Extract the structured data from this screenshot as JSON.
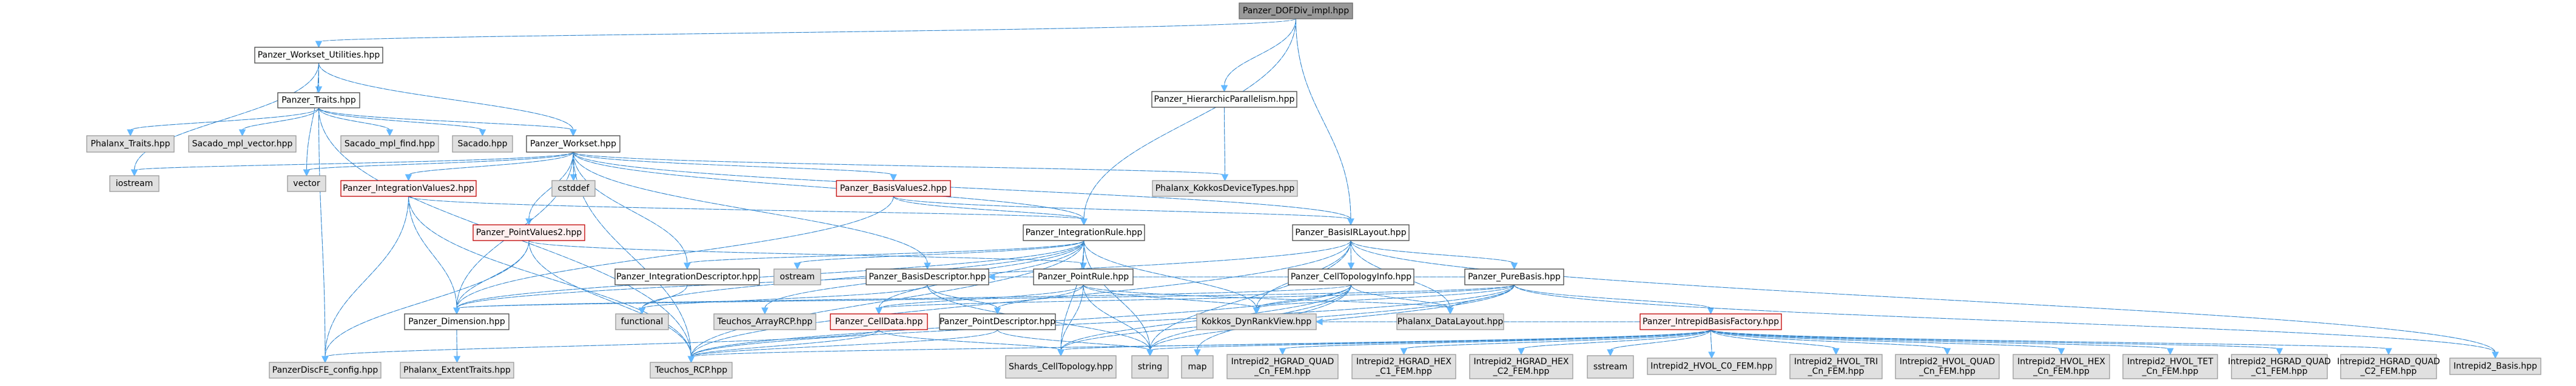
{
  "title": "Panzer_DOFDiv_impl.hpp include dependency graph",
  "colors": {
    "edge": "#63b8ff",
    "root_fill": "#999999",
    "local_fill": "#fbfcfb",
    "system_fill": "#e0e0e0",
    "missing_border": "#bf0000",
    "missing_fill": "#fff0f0"
  },
  "legend_kinds": [
    "root",
    "local",
    "system",
    "missing"
  ],
  "nodes": [
    {
      "id": "root",
      "label": "Panzer_DOFDiv_impl.hpp",
      "kind": "root"
    },
    {
      "id": "wu",
      "label": "Panzer_Workset_Utilities.hpp",
      "kind": "local"
    },
    {
      "id": "hp",
      "label": "Panzer_HierarchicParallelism.hpp",
      "kind": "local"
    },
    {
      "id": "traits",
      "label": "Panzer_Traits.hpp",
      "kind": "local"
    },
    {
      "id": "phtraits",
      "label": "Phalanx_Traits.hpp",
      "kind": "system"
    },
    {
      "id": "mplvec",
      "label": "Sacado_mpl_vector.hpp",
      "kind": "system"
    },
    {
      "id": "mplfind",
      "label": "Sacado_mpl_find.hpp",
      "kind": "system"
    },
    {
      "id": "sacado",
      "label": "Sacado.hpp",
      "kind": "system"
    },
    {
      "id": "workset",
      "label": "Panzer_Workset.hpp",
      "kind": "local"
    },
    {
      "id": "kdt",
      "label": "Phalanx_KokkosDeviceTypes.hpp",
      "kind": "system"
    },
    {
      "id": "iostream",
      "label": "iostream",
      "kind": "system"
    },
    {
      "id": "vector",
      "label": "vector",
      "kind": "system"
    },
    {
      "id": "iv2",
      "label": "Panzer_IntegrationValues2.hpp",
      "kind": "missing"
    },
    {
      "id": "cstddef",
      "label": "cstddef",
      "kind": "system"
    },
    {
      "id": "bv2",
      "label": "Panzer_BasisValues2.hpp",
      "kind": "missing"
    },
    {
      "id": "pv2",
      "label": "Panzer_PointValues2.hpp",
      "kind": "missing"
    },
    {
      "id": "ir",
      "label": "Panzer_IntegrationRule.hpp",
      "kind": "local"
    },
    {
      "id": "birl",
      "label": "Panzer_BasisIRLayout.hpp",
      "kind": "local"
    },
    {
      "id": "idesc",
      "label": "Panzer_IntegrationDescriptor.hpp",
      "kind": "local"
    },
    {
      "id": "ostream",
      "label": "ostream",
      "kind": "system"
    },
    {
      "id": "bdesc",
      "label": "Panzer_BasisDescriptor.hpp",
      "kind": "local"
    },
    {
      "id": "prule",
      "label": "Panzer_PointRule.hpp",
      "kind": "local"
    },
    {
      "id": "cti",
      "label": "Panzer_CellTopologyInfo.hpp",
      "kind": "local"
    },
    {
      "id": "pb",
      "label": "Panzer_PureBasis.hpp",
      "kind": "local"
    },
    {
      "id": "dim",
      "label": "Panzer_Dimension.hpp",
      "kind": "local"
    },
    {
      "id": "functional",
      "label": "functional",
      "kind": "system"
    },
    {
      "id": "arcp",
      "label": "Teuchos_ArrayRCP.hpp",
      "kind": "system"
    },
    {
      "id": "celldata",
      "label": "Panzer_CellData.hpp",
      "kind": "missing"
    },
    {
      "id": "pdesc",
      "label": "Panzer_PointDescriptor.hpp",
      "kind": "local"
    },
    {
      "id": "kdrv",
      "label": "Kokkos_DynRankView.hpp",
      "kind": "system"
    },
    {
      "id": "pdl",
      "label": "Phalanx_DataLayout.hpp",
      "kind": "system"
    },
    {
      "id": "ibf",
      "label": "Panzer_IntrepidBasisFactory.hpp",
      "kind": "missing"
    },
    {
      "id": "config",
      "label": "PanzerDiscFE_config.hpp",
      "kind": "system"
    },
    {
      "id": "extent",
      "label": "Phalanx_ExtentTraits.hpp",
      "kind": "system"
    },
    {
      "id": "rcp",
      "label": "Teuchos_RCP.hpp",
      "kind": "system"
    },
    {
      "id": "shards",
      "label": "Shards_CellTopology.hpp",
      "kind": "system"
    },
    {
      "id": "string",
      "label": "string",
      "kind": "system"
    },
    {
      "id": "map",
      "label": "map",
      "kind": "system"
    },
    {
      "id": "hgqcn",
      "label": "Intrepid2_HGRAD_QUAD\n_Cn_FEM.hpp",
      "kind": "system"
    },
    {
      "id": "hghc1",
      "label": "Intrepid2_HGRAD_HEX\n_C1_FEM.hpp",
      "kind": "system"
    },
    {
      "id": "hghc2",
      "label": "Intrepid2_HGRAD_HEX\n_C2_FEM.hpp",
      "kind": "system"
    },
    {
      "id": "sstream",
      "label": "sstream",
      "kind": "system"
    },
    {
      "id": "hvc0",
      "label": "Intrepid2_HVOL_C0_FEM.hpp",
      "kind": "system"
    },
    {
      "id": "hvtri",
      "label": "Intrepid2_HVOL_TRI\n_Cn_FEM.hpp",
      "kind": "system"
    },
    {
      "id": "hvquad",
      "label": "Intrepid2_HVOL_QUAD\n_Cn_FEM.hpp",
      "kind": "system"
    },
    {
      "id": "hvhex",
      "label": "Intrepid2_HVOL_HEX\n_Cn_FEM.hpp",
      "kind": "system"
    },
    {
      "id": "hvtet",
      "label": "Intrepid2_HVOL_TET\n_Cn_FEM.hpp",
      "kind": "system"
    },
    {
      "id": "hgqc1",
      "label": "Intrepid2_HGRAD_QUAD\n_C1_FEM.hpp",
      "kind": "system"
    },
    {
      "id": "hgqc2",
      "label": "Intrepid2_HGRAD_QUAD\n_C2_FEM.hpp",
      "kind": "system"
    },
    {
      "id": "ibasis",
      "label": "Intrepid2_Basis.hpp",
      "kind": "system"
    }
  ],
  "edges": [
    [
      "root",
      "wu"
    ],
    [
      "root",
      "hp"
    ],
    [
      "root",
      "birl"
    ],
    [
      "root",
      "ir"
    ],
    [
      "wu",
      "traits"
    ],
    [
      "wu",
      "workset"
    ],
    [
      "wu",
      "iostream"
    ],
    [
      "wu",
      "vector"
    ],
    [
      "traits",
      "phtraits"
    ],
    [
      "traits",
      "mplvec"
    ],
    [
      "traits",
      "mplfind"
    ],
    [
      "traits",
      "sacado"
    ],
    [
      "traits",
      "workset"
    ],
    [
      "traits",
      "config"
    ],
    [
      "traits",
      "rcp"
    ],
    [
      "hp",
      "kdt"
    ],
    [
      "workset",
      "iostream"
    ],
    [
      "workset",
      "vector"
    ],
    [
      "workset",
      "iv2"
    ],
    [
      "workset",
      "cstddef"
    ],
    [
      "workset",
      "bv2"
    ],
    [
      "workset",
      "pv2"
    ],
    [
      "workset",
      "kdt"
    ],
    [
      "workset",
      "ir"
    ],
    [
      "workset",
      "birl"
    ],
    [
      "workset",
      "dim"
    ],
    [
      "workset",
      "rcp"
    ],
    [
      "workset",
      "idesc"
    ],
    [
      "workset",
      "bdesc"
    ],
    [
      "iv2",
      "dim"
    ],
    [
      "iv2",
      "config"
    ],
    [
      "iv2",
      "rcp"
    ],
    [
      "iv2",
      "ir"
    ],
    [
      "pv2",
      "dim"
    ],
    [
      "pv2",
      "config"
    ],
    [
      "pv2",
      "rcp"
    ],
    [
      "pv2",
      "prule"
    ],
    [
      "bv2",
      "birl"
    ],
    [
      "bv2",
      "ir"
    ],
    [
      "bv2",
      "dim"
    ],
    [
      "ir",
      "idesc"
    ],
    [
      "ir",
      "ostream"
    ],
    [
      "ir",
      "prule"
    ],
    [
      "ir",
      "dim"
    ],
    [
      "ir",
      "functional"
    ],
    [
      "ir",
      "arcp"
    ],
    [
      "ir",
      "celldata"
    ],
    [
      "ir",
      "kdrv"
    ],
    [
      "ir",
      "shards"
    ],
    [
      "ir",
      "string"
    ],
    [
      "ir",
      "rcp"
    ],
    [
      "birl",
      "cti"
    ],
    [
      "birl",
      "pb"
    ],
    [
      "birl",
      "kdrv"
    ],
    [
      "birl",
      "pdl"
    ],
    [
      "birl",
      "rcp"
    ],
    [
      "birl",
      "string"
    ],
    [
      "birl",
      "dim"
    ],
    [
      "birl",
      "ibasis"
    ],
    [
      "idesc",
      "functional"
    ],
    [
      "bdesc",
      "pdesc"
    ],
    [
      "bdesc",
      "functional"
    ],
    [
      "bdesc",
      "string"
    ],
    [
      "prule",
      "pdesc"
    ],
    [
      "prule",
      "celldata"
    ],
    [
      "prule",
      "shards"
    ],
    [
      "prule",
      "string"
    ],
    [
      "prule",
      "pdl"
    ],
    [
      "prule",
      "kdrv"
    ],
    [
      "cti",
      "kdrv"
    ],
    [
      "cti",
      "pdl"
    ],
    [
      "cti",
      "shards"
    ],
    [
      "cti",
      "rcp"
    ],
    [
      "cti",
      "dim"
    ],
    [
      "cti",
      "string"
    ],
    [
      "cti",
      "map"
    ],
    [
      "pb",
      "pdl"
    ],
    [
      "pb",
      "ibf"
    ],
    [
      "pb",
      "shards"
    ],
    [
      "pb",
      "string"
    ],
    [
      "pb",
      "rcp"
    ],
    [
      "pb",
      "kdrv"
    ],
    [
      "pb",
      "ibasis"
    ],
    [
      "pb",
      "bdesc"
    ],
    [
      "pb",
      "celldata"
    ],
    [
      "pb",
      "dim"
    ],
    [
      "dim",
      "extent"
    ],
    [
      "celldata",
      "config"
    ],
    [
      "celldata",
      "rcp"
    ],
    [
      "celldata",
      "shards"
    ],
    [
      "pdesc",
      "string"
    ],
    [
      "pdesc",
      "rcp"
    ],
    [
      "ibf",
      "hgqcn"
    ],
    [
      "ibf",
      "hghc1"
    ],
    [
      "ibf",
      "hghc2"
    ],
    [
      "ibf",
      "sstream"
    ],
    [
      "ibf",
      "hvc0"
    ],
    [
      "ibf",
      "hvtri"
    ],
    [
      "ibf",
      "hvquad"
    ],
    [
      "ibf",
      "hvhex"
    ],
    [
      "ibf",
      "hvtet"
    ],
    [
      "ibf",
      "hgqc1"
    ],
    [
      "ibf",
      "hgqc2"
    ],
    [
      "ibf",
      "shards"
    ],
    [
      "ibf",
      "string"
    ],
    [
      "ibf",
      "rcp"
    ],
    [
      "ibf",
      "kdrv"
    ]
  ]
}
